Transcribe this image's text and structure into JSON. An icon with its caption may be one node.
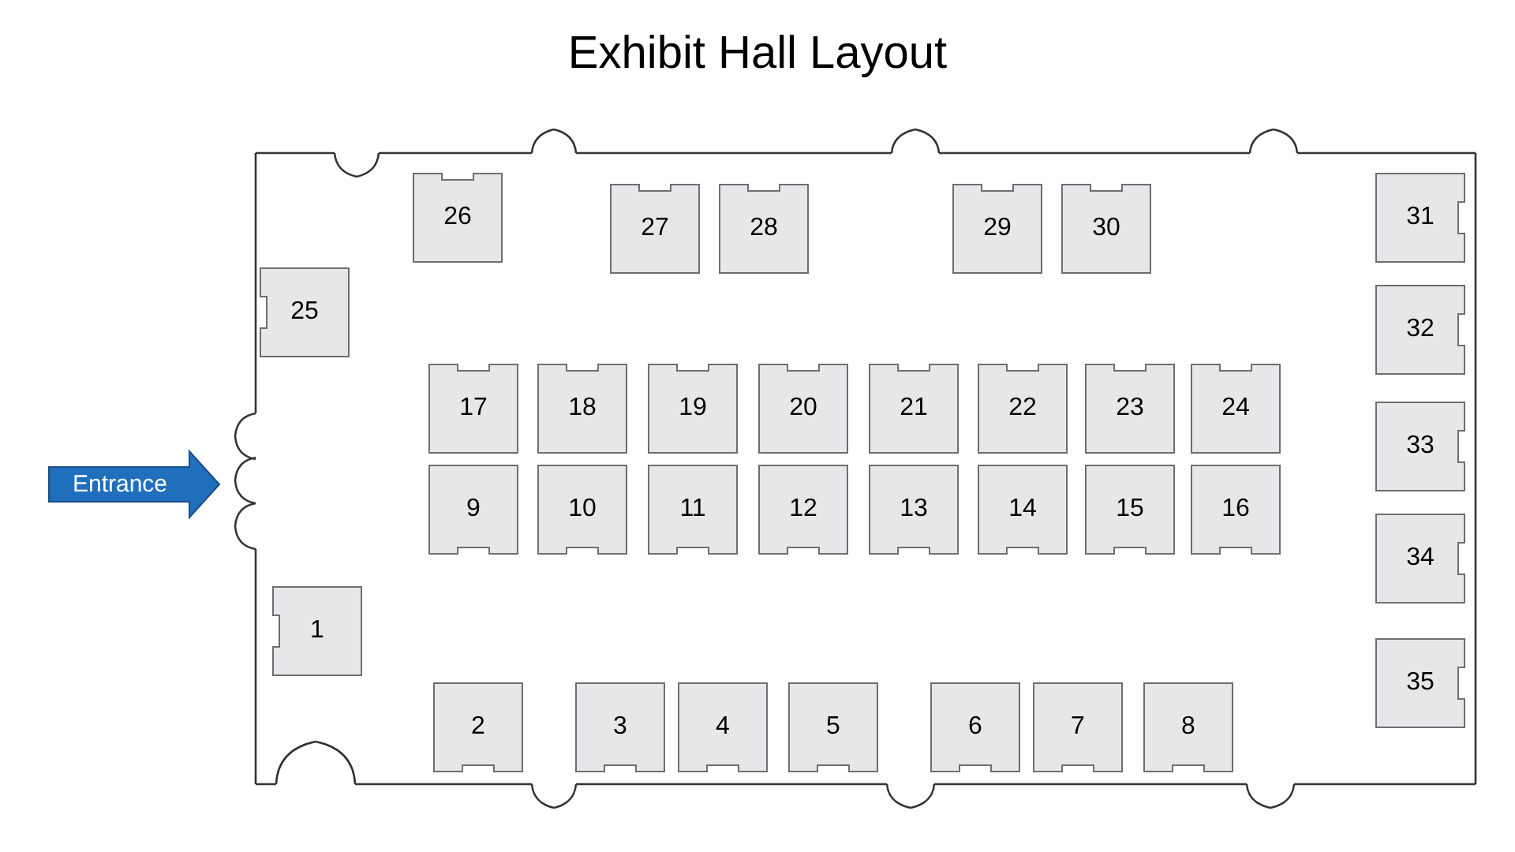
{
  "diagram": {
    "title": "Exhibit Hall Layout",
    "nodes": [
      {
        "text": [
          "26"
        ]
      },
      {
        "text": [
          "27"
        ]
      },
      {
        "text": [
          "28"
        ]
      },
      {
        "text": [
          "29"
        ]
      },
      {
        "text": [
          "30"
        ]
      },
      {
        "text": [
          "31"
        ]
      },
      {
        "text": [
          "25"
        ]
      },
      {
        "text": [
          "32"
        ]
      },
      {
        "text": [
          "17"
        ]
      },
      {
        "text": [
          "18"
        ]
      },
      {
        "text": [
          "19"
        ]
      },
      {
        "text": [
          "20"
        ]
      },
      {
        "text": [
          "21"
        ]
      },
      {
        "text": [
          "22"
        ]
      },
      {
        "text": [
          "23"
        ]
      },
      {
        "text": [
          "24"
        ]
      },
      {
        "text": [
          "33"
        ]
      },
      {
        "text": [
          "Entrance"
        ]
      },
      {
        "text": [
          "9"
        ]
      },
      {
        "text": [
          "10"
        ]
      },
      {
        "text": [
          "11"
        ]
      },
      {
        "text": [
          "12"
        ]
      },
      {
        "text": [
          "13"
        ]
      },
      {
        "text": [
          "14"
        ]
      },
      {
        "text": [
          "15"
        ]
      },
      {
        "text": [
          "16"
        ]
      },
      {
        "text": [
          "34"
        ]
      },
      {
        "text": [
          "1"
        ]
      },
      {
        "text": [
          "35"
        ]
      },
      {
        "text": [
          "2"
        ]
      },
      {
        "text": [
          "3"
        ]
      },
      {
        "text": [
          "4"
        ]
      },
      {
        "text": [
          "5"
        ]
      },
      {
        "text": [
          "6"
        ]
      },
      {
        "text": [
          "7"
        ]
      },
      {
        "text": [
          "8"
        ]
      }
    ]
  }
}
